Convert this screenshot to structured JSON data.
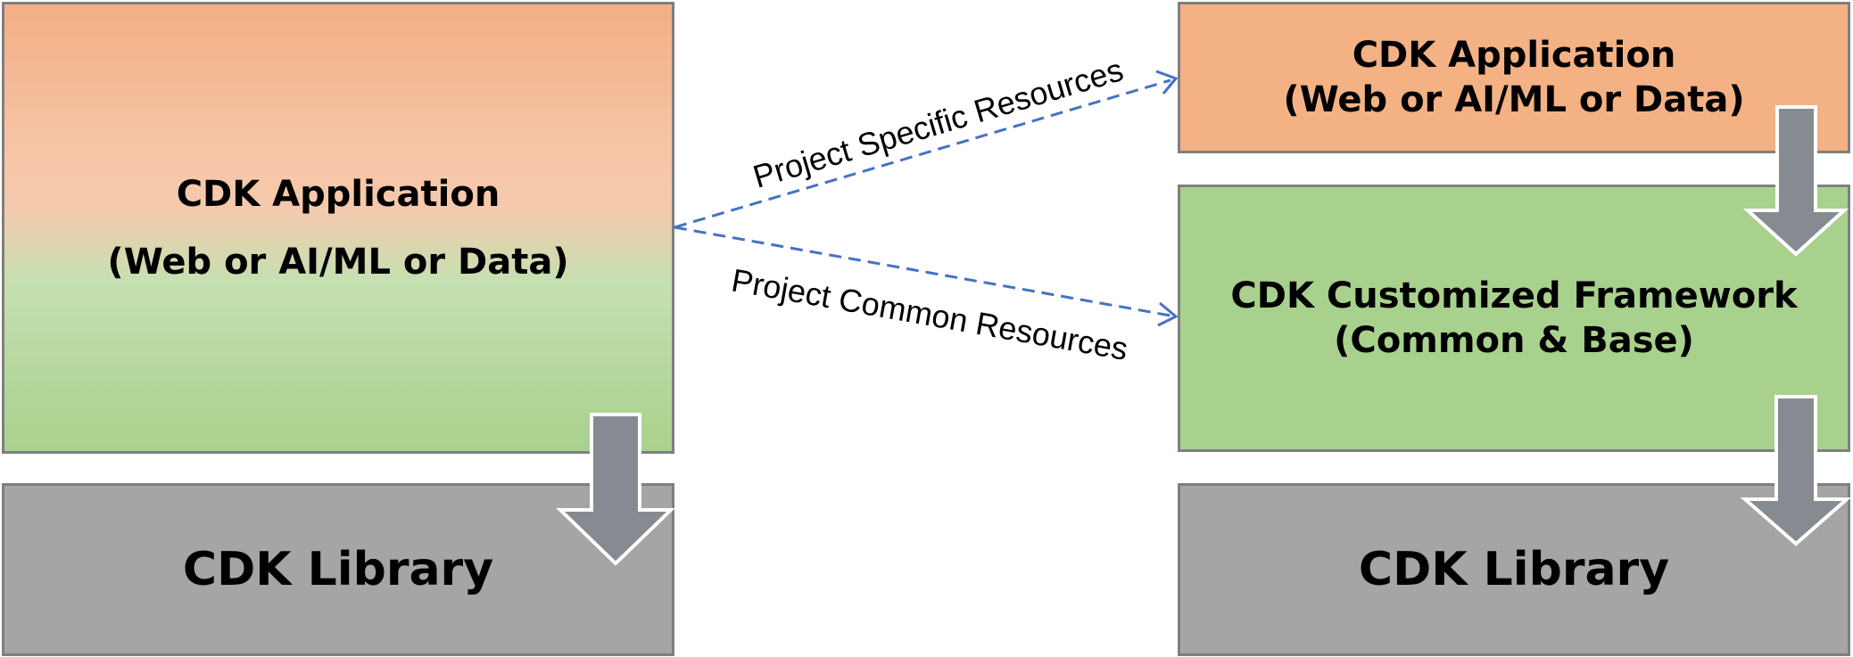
{
  "left": {
    "app_line1": "CDK Application",
    "app_line2": "(Web or AI/ML or Data)",
    "library": "CDK Library"
  },
  "right": {
    "app_line1": "CDK Application",
    "app_line2": "(Web or AI/ML or Data)",
    "framework_line1": "CDK Customized Framework",
    "framework_line2": "(Common & Base)",
    "library": "CDK Library"
  },
  "connectors": {
    "specific": "Project Specific Resources",
    "common": "Project Common Resources"
  },
  "colors": {
    "orange": "#f4b183",
    "green": "#a9d18e",
    "gray": "#a5a5a5",
    "arrow": "#858b91",
    "dashed_line": "#4472c4"
  }
}
